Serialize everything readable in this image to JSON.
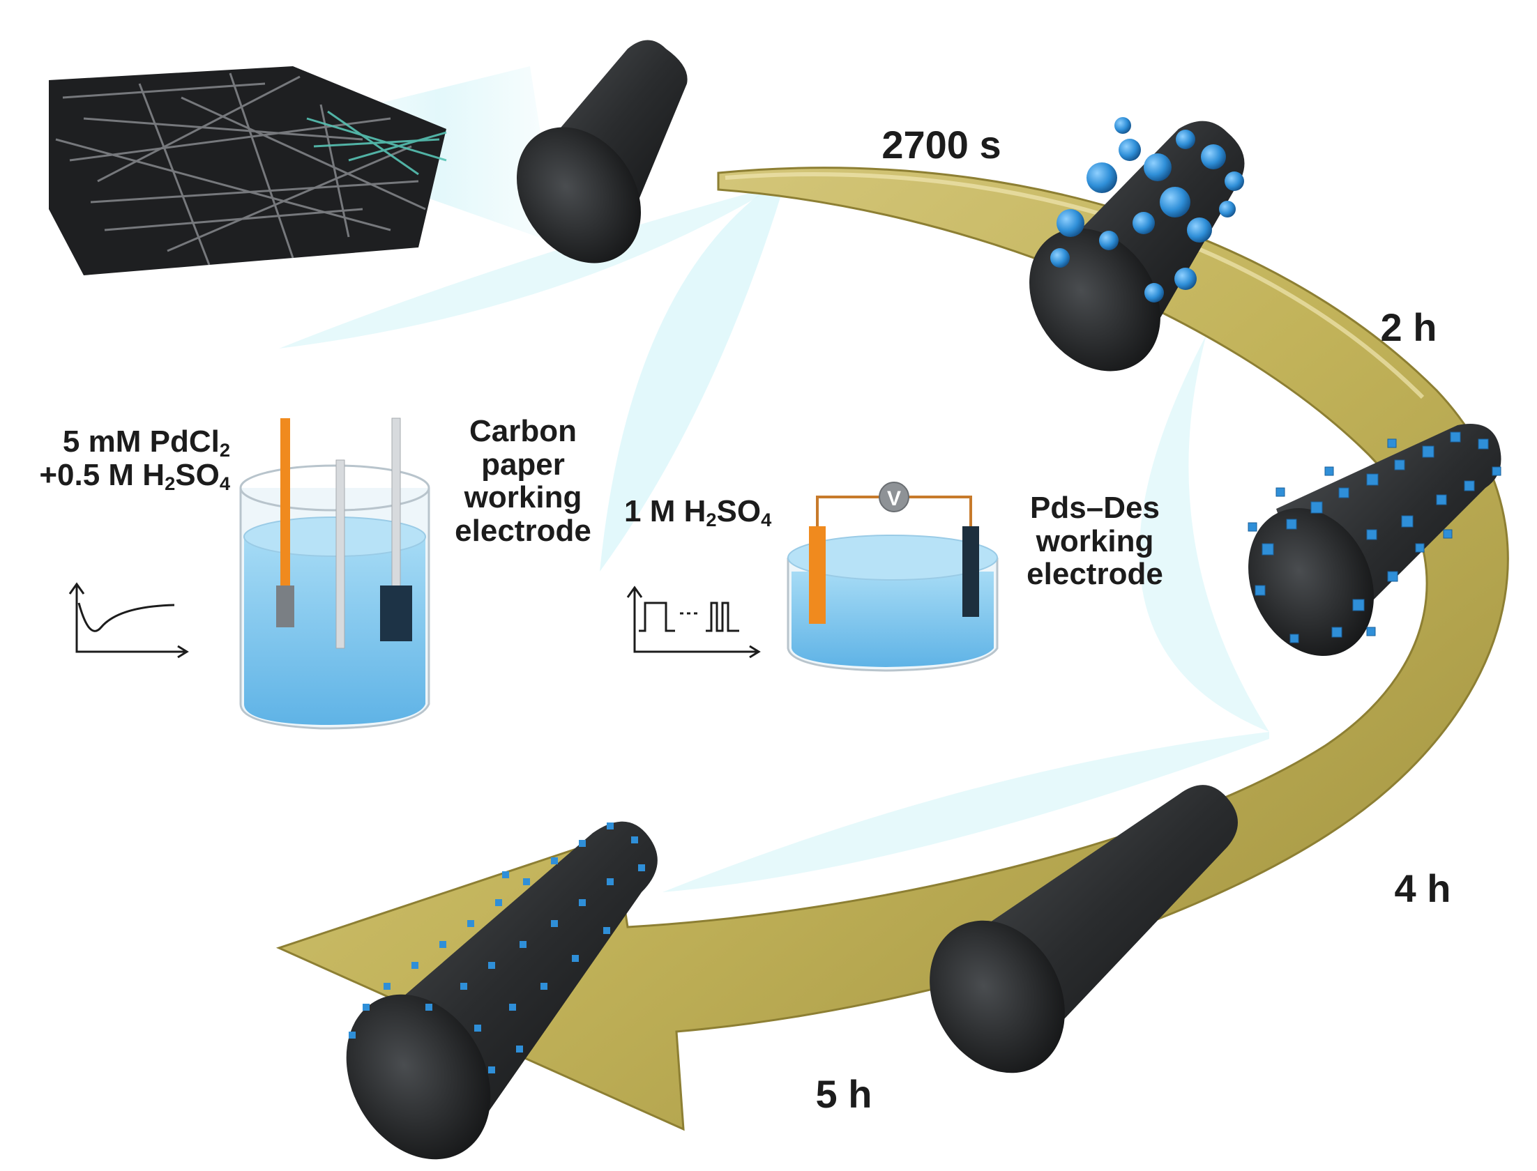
{
  "time_labels": {
    "t1": "2700 s",
    "t2": "2 h",
    "t3": "4 h",
    "t4": "5 h"
  },
  "deposition": {
    "line1_pre": "5 mM PdCl",
    "line1_sub": "2",
    "line2_pre": "+0.5 M H",
    "line2_sub1": "2",
    "line2_mid": "SO",
    "line2_sub2": "4",
    "electrode_lines": [
      "Carbon",
      "paper",
      "working",
      "electrode"
    ]
  },
  "activation": {
    "electrolyte_pre": "1 M H",
    "electrolyte_sub1": "2",
    "electrolyte_mid": "SO",
    "electrolyte_sub2": "4",
    "voltmeter": "V",
    "electrode_lines": [
      "Pds–Des",
      "working",
      "electrode"
    ]
  },
  "colors": {
    "arrow_gold": "#c2b35a",
    "arrow_highlight": "#ddd08a",
    "fiber_dark": "#222426",
    "particle_blue": "#2f8fd8",
    "glow_cyan": "#bfeff5",
    "electrode_orange": "#f08a1e",
    "solution_blue": "#7cc6ee"
  },
  "icons": {
    "arrow": "curved-gold-arrow",
    "rod": "carbon-fiber-rod",
    "particles": "pd-nanoparticle",
    "beaker": "three-electrode-beaker",
    "dish": "two-electrode-dish",
    "current_curve": "chronoamperometry-curve",
    "pulse_train": "square-wave-pulse"
  }
}
